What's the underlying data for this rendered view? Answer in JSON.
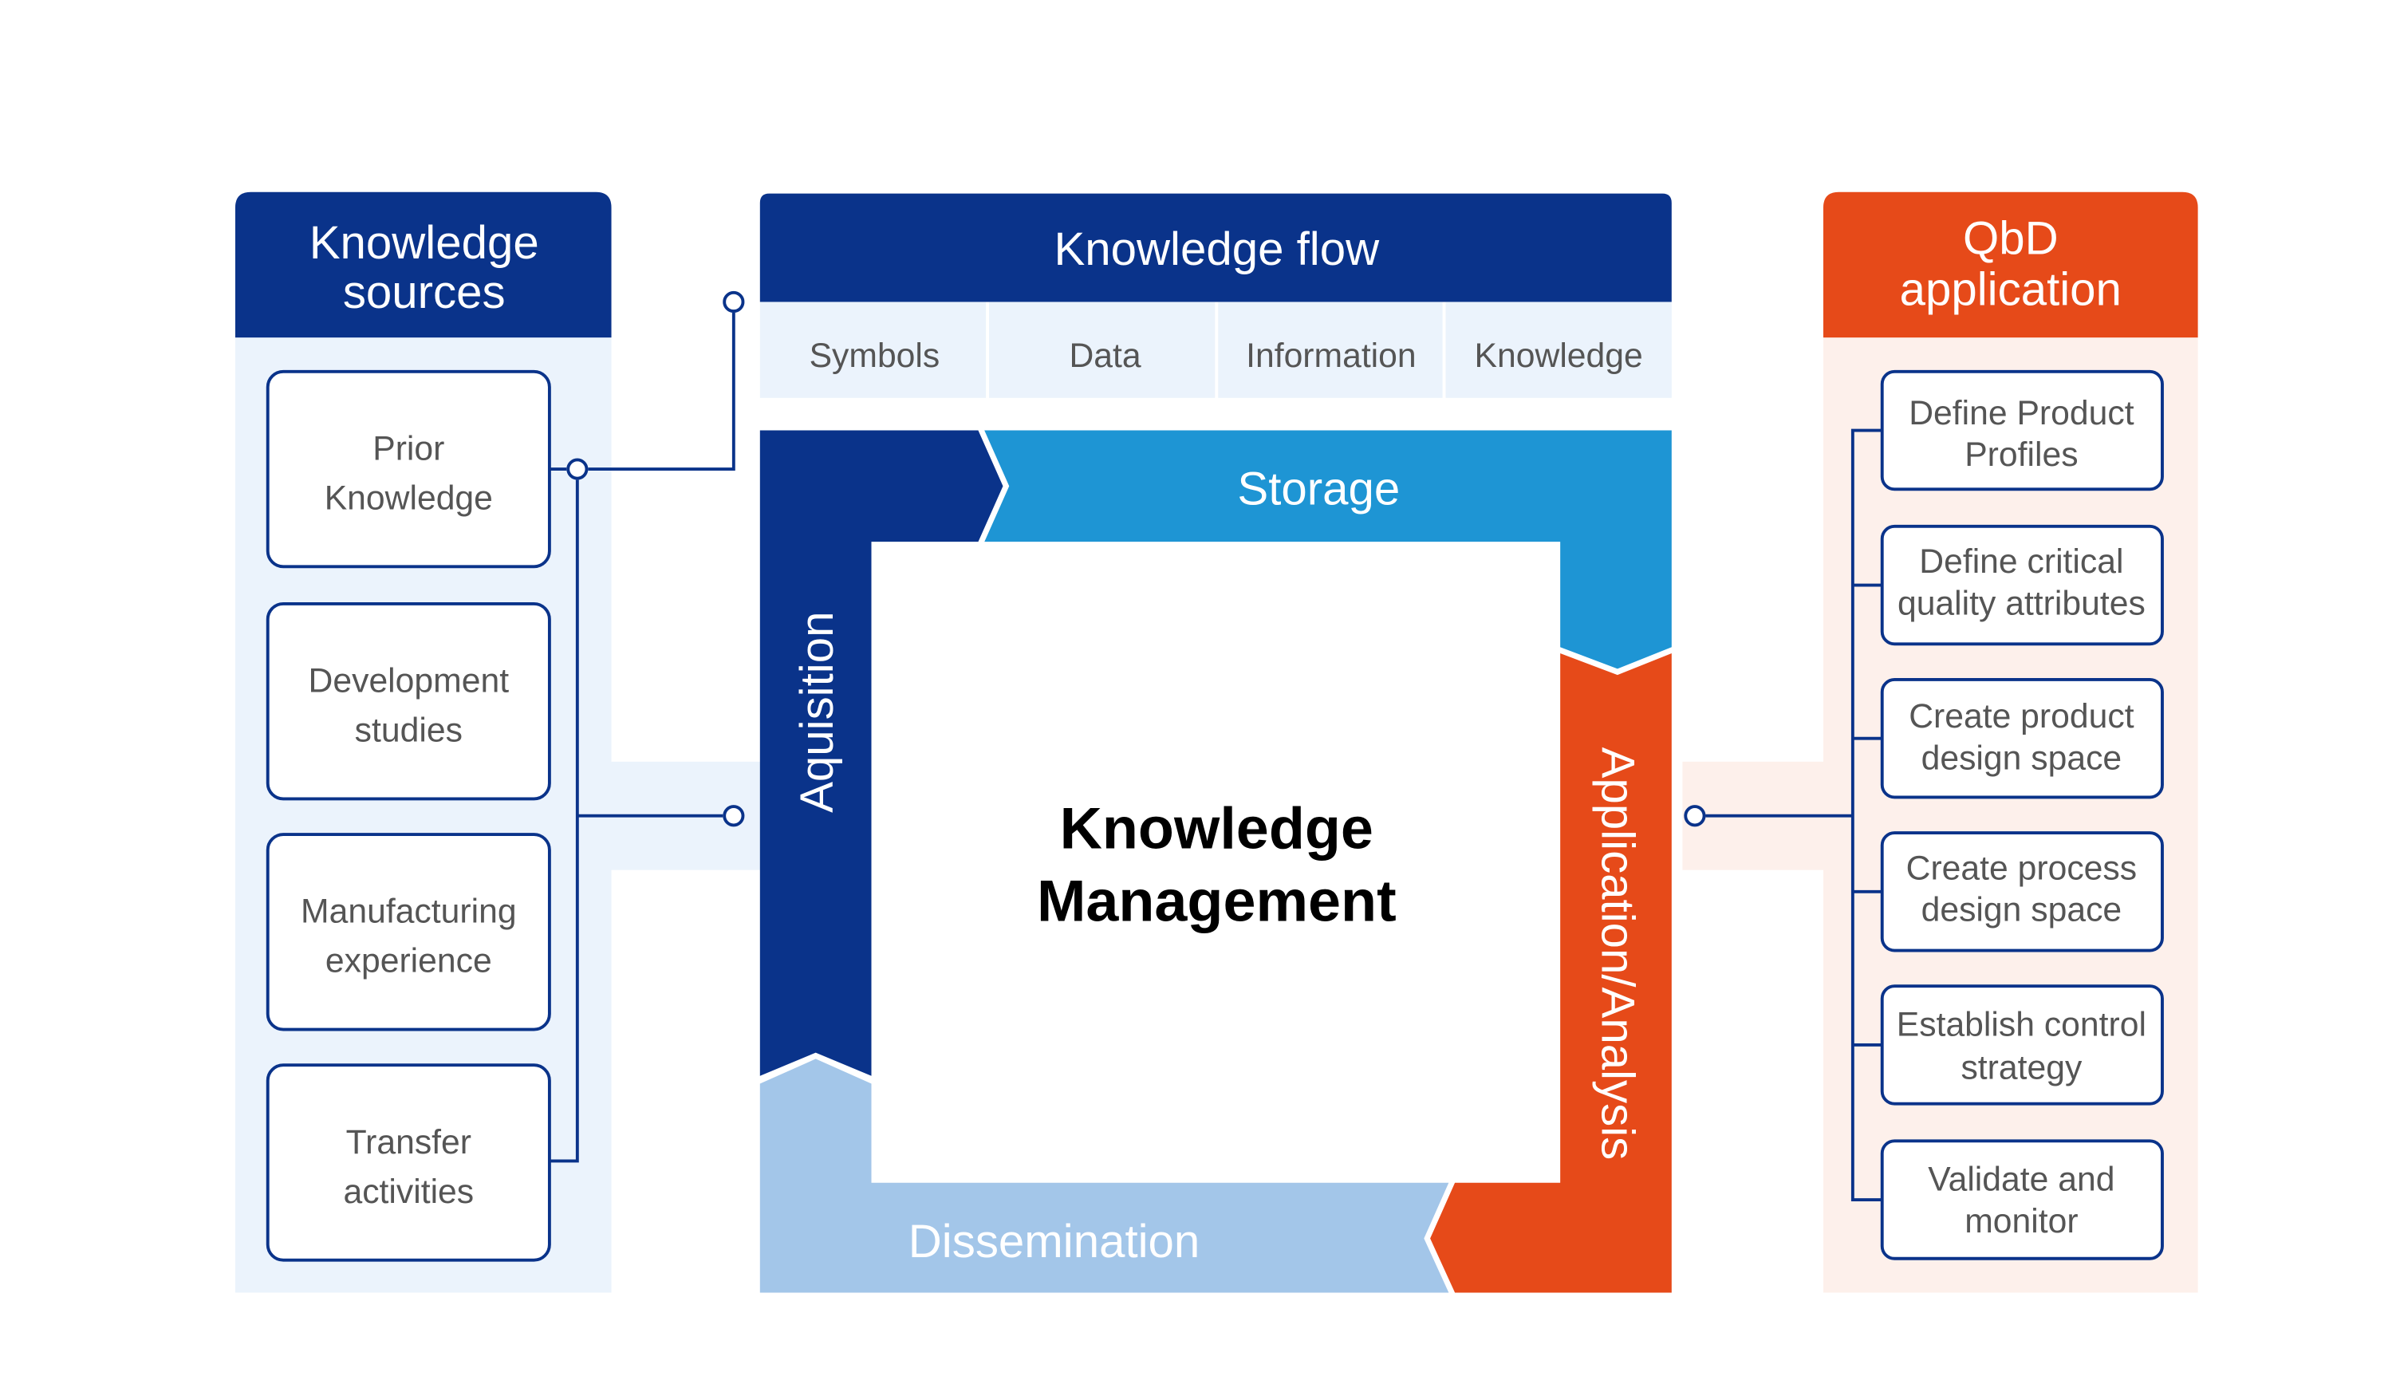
{
  "colors": {
    "navy": "#0A338A",
    "light_blue_panel": "#EBF3FC",
    "storage_blue": "#1E95D4",
    "dissemination_blue": "#A3C6E9",
    "orange": "#E64A19",
    "peach_panel": "#FDF0EB",
    "text_gray": "#555555",
    "center_text": "#000000"
  },
  "knowledge_sources": {
    "title_line1": "Knowledge",
    "title_line2": "sources",
    "items": [
      {
        "line1": "Prior",
        "line2": "Knowledge"
      },
      {
        "line1": "Development",
        "line2": "studies"
      },
      {
        "line1": "Manufacturing",
        "line2": "experience"
      },
      {
        "line1": "Transfer",
        "line2": "activities"
      }
    ]
  },
  "knowledge_flow": {
    "title": "Knowledge flow",
    "stages": [
      "Symbols",
      "Data",
      "Information",
      "Knowledge"
    ]
  },
  "cycle": {
    "top": "Storage",
    "left": "Aquisition",
    "right": "Application/Analysis",
    "bottom": "Dissemination",
    "center_line1": "Knowledge",
    "center_line2": "Management"
  },
  "qbd_application": {
    "title_line1": "QbD",
    "title_line2": "application",
    "items": [
      {
        "line1": "Define Product",
        "line2": "Profiles"
      },
      {
        "line1": "Define critical",
        "line2": "quality attributes"
      },
      {
        "line1": "Create product",
        "line2": "design space"
      },
      {
        "line1": "Create process",
        "line2": "design space"
      },
      {
        "line1": "Establish control",
        "line2": "strategy"
      },
      {
        "line1": "Validate and",
        "line2": "monitor"
      }
    ]
  }
}
